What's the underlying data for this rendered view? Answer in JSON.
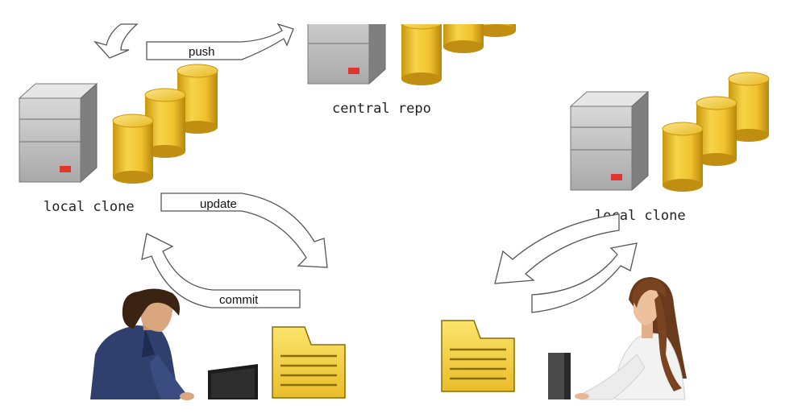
{
  "labels": {
    "central_repo": "central repo",
    "local_clone_left": "local clone",
    "local_clone_right": "local clone",
    "push": "push",
    "update": "update",
    "commit": "commit"
  },
  "colors": {
    "server_body": "#c3c3c3",
    "server_side": "#8c8c8c",
    "server_led": "#e0372d",
    "disk_gold": "#f0c22e",
    "disk_gold_dark": "#c9970f",
    "folder_fill": "#f6d64a",
    "folder_lines": "#8a6d00",
    "arrow_stroke": "#555555"
  },
  "icons": [
    "server-icon",
    "disk-stack-icon",
    "folder-icon",
    "developer-man-figure",
    "developer-woman-figure",
    "monitor-icon"
  ]
}
